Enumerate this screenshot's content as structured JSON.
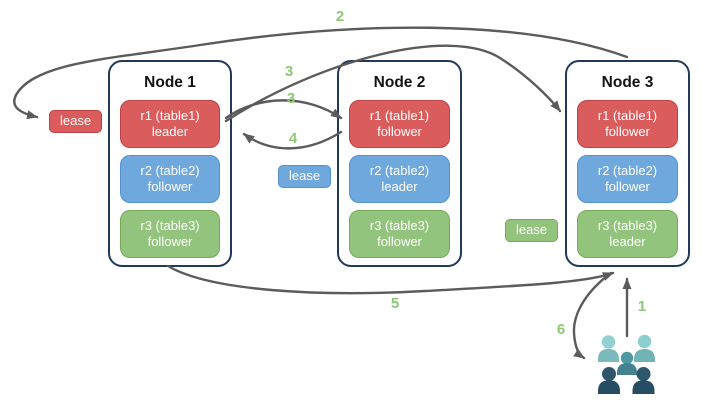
{
  "nodes": [
    {
      "title": "Node 1",
      "replicas": [
        {
          "range": "r1 (table1)",
          "role": "leader",
          "color": "red"
        },
        {
          "range": "r2 (table2)",
          "role": "follower",
          "color": "blue"
        },
        {
          "range": "r3 (table3)",
          "role": "follower",
          "color": "green"
        }
      ]
    },
    {
      "title": "Node 2",
      "replicas": [
        {
          "range": "r1 (table1)",
          "role": "follower",
          "color": "red"
        },
        {
          "range": "r2 (table2)",
          "role": "leader",
          "color": "blue"
        },
        {
          "range": "r3 (table3)",
          "role": "follower",
          "color": "green"
        }
      ]
    },
    {
      "title": "Node 3",
      "replicas": [
        {
          "range": "r1 (table1)",
          "role": "follower",
          "color": "red"
        },
        {
          "range": "r2 (table2)",
          "role": "follower",
          "color": "blue"
        },
        {
          "range": "r3 (table3)",
          "role": "leader",
          "color": "green"
        }
      ]
    }
  ],
  "leases": {
    "table1": {
      "label": "lease",
      "color": "#DB5C5C"
    },
    "table2": {
      "label": "lease",
      "color": "#6FA8DC"
    },
    "table3": {
      "label": "lease",
      "color": "#93C47D"
    }
  },
  "arrow_numbers": {
    "step1": "1",
    "step2": "2",
    "step3a": "3",
    "step3b": "3",
    "step4": "4",
    "step5": "5",
    "step6": "6"
  },
  "icons": {
    "users": "people-group-icon"
  },
  "colors": {
    "replica_red": "#DB5C5C",
    "replica_red_border": "#BC4343",
    "replica_blue": "#6FA8DC",
    "replica_blue_border": "#5492CC",
    "replica_green": "#93C47D",
    "replica_green_border": "#74AA58",
    "node_border": "#21395B",
    "arrow": "#5B5B5B",
    "step_number": "#8CC874",
    "users_light_head": "#93D2D4",
    "users_light_body": "#7CB9BB",
    "users_medium": "#4C97A0",
    "users_dark_head": "#2F576B",
    "users_dark_body": "#264D63"
  }
}
